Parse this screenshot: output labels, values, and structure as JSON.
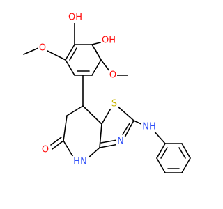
{
  "colors": {
    "background": "#ffffff",
    "bond": "#000000",
    "carbon": "#000000",
    "oxygen": "#ff0d0d",
    "nitrogen": "#3050f8",
    "sulfur": "#c8b400"
  },
  "atoms": {
    "o_hydroxyl_top": {
      "label": "OH",
      "element": "oxygen"
    },
    "o_hydroxyl_right": {
      "label": "OH",
      "element": "oxygen"
    },
    "o_methoxy_left": {
      "label": "O",
      "element": "oxygen"
    },
    "o_methoxy_right": {
      "label": "O",
      "element": "oxygen"
    },
    "s_thiazole": {
      "label": "S",
      "element": "sulfur"
    },
    "n_thiazole": {
      "label": "N",
      "element": "nitrogen"
    },
    "nh_amine": {
      "label": "NH",
      "element": "nitrogen"
    },
    "nh_lactam": {
      "label": "N",
      "element": "nitrogen"
    },
    "h_lactam": {
      "label": "H",
      "element": "nitrogen"
    },
    "o_carbonyl": {
      "label": "O",
      "element": "oxygen"
    }
  }
}
